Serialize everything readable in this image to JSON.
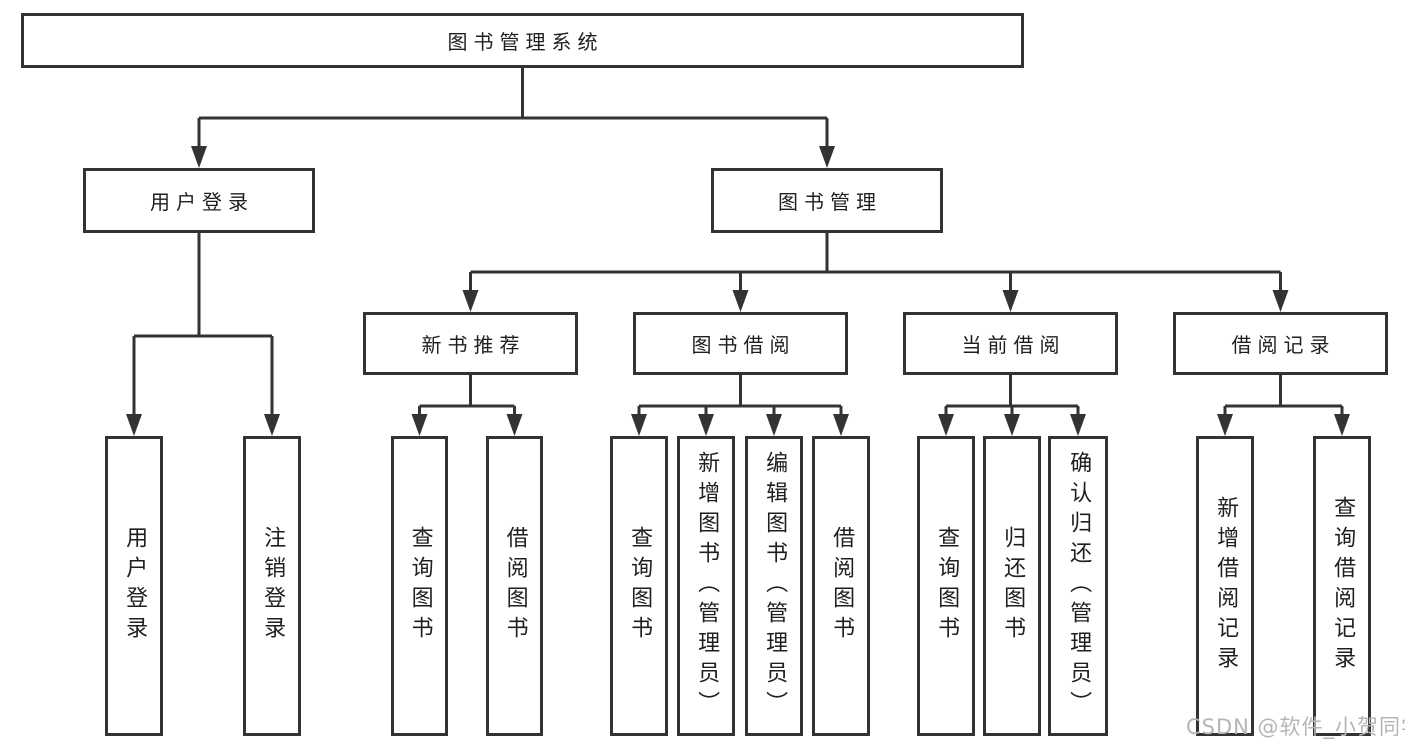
{
  "root": {
    "label": "图书管理系统"
  },
  "level2": [
    {
      "label": "用户登录",
      "leaves": [
        "用户登录",
        "注销登录"
      ]
    },
    {
      "label": "图书管理"
    }
  ],
  "level3": [
    {
      "label": "新书推荐",
      "leaves": [
        "查询图书",
        "借阅图书"
      ]
    },
    {
      "label": "图书借阅",
      "leaves": [
        "查询图书",
        "新增图书（管理员）",
        "编辑图书（管理员）",
        "借阅图书"
      ]
    },
    {
      "label": "当前借阅",
      "leaves": [
        "查询图书",
        "归还图书",
        "确认归还（管理员）"
      ]
    },
    {
      "label": "借阅记录",
      "leaves": [
        "新增借阅记录",
        "查询借阅记录"
      ]
    }
  ],
  "watermark": {
    "text": "CSDN @软件_小贺同学"
  },
  "colors": {
    "line": "#333333",
    "box_border": "#333333",
    "text": "#1f1f1f",
    "watermark": "#b5b5b5",
    "background": "#ffffff"
  }
}
